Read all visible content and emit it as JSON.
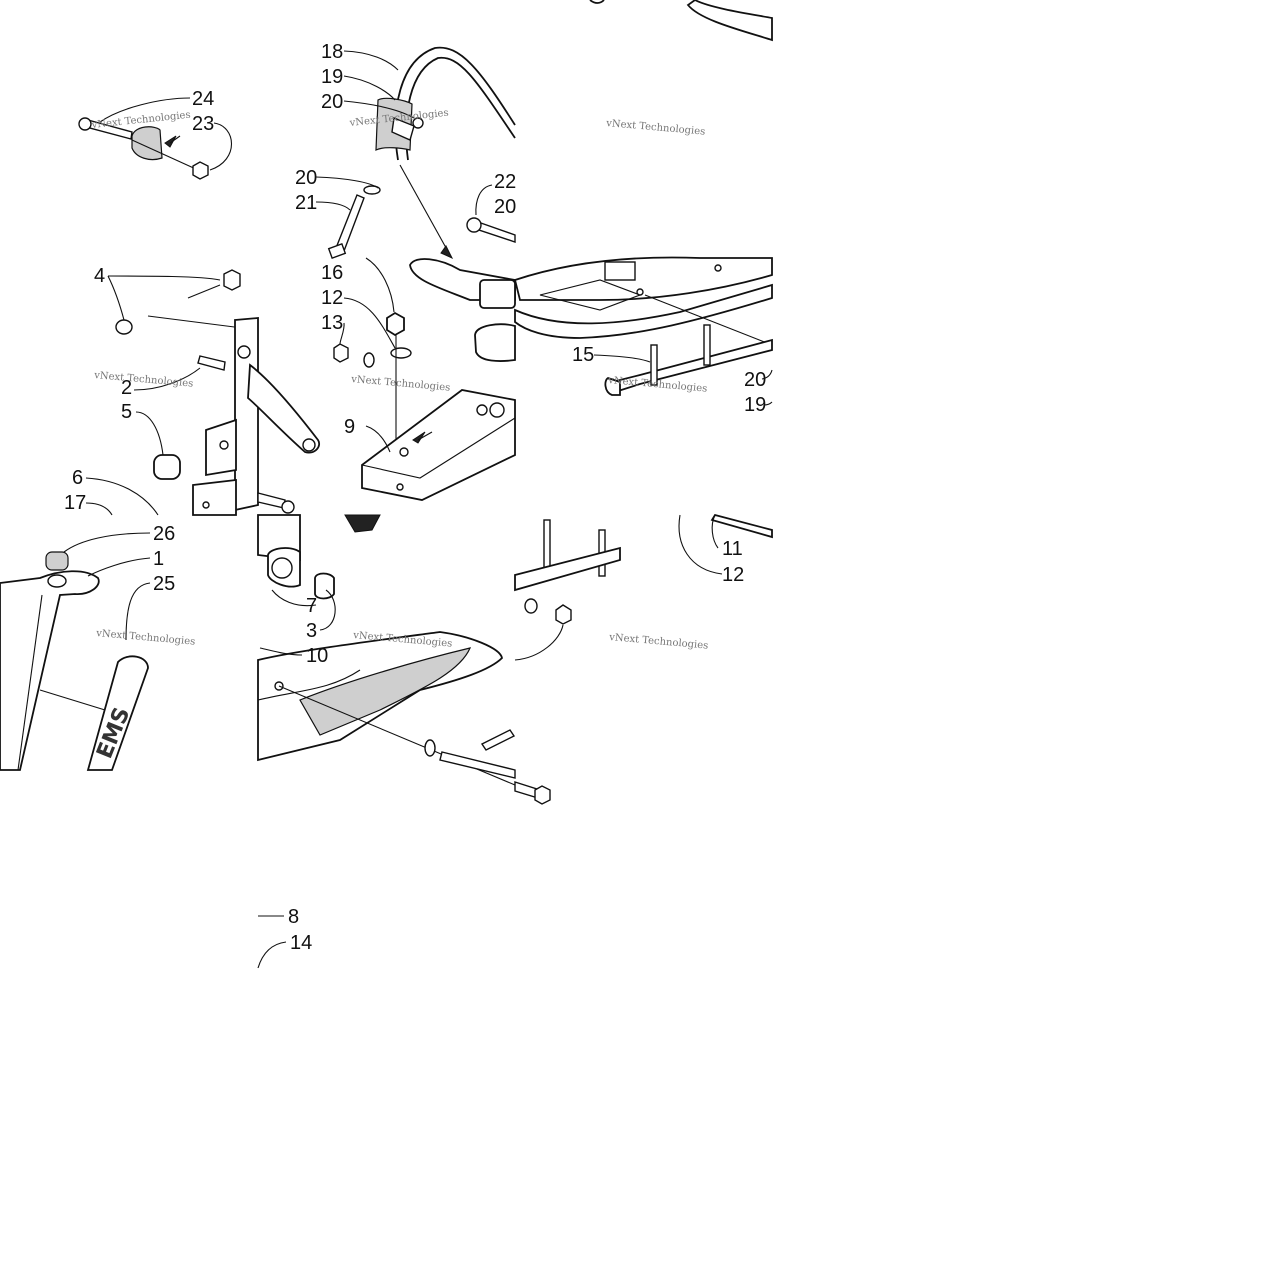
{
  "callouts": {
    "c18": "18",
    "c19a": "19",
    "c20a": "20",
    "c20b": "20",
    "c21": "21",
    "c22": "22",
    "c20c": "20",
    "c24": "24",
    "c23": "23",
    "c4": "4",
    "c2": "2",
    "c5": "5",
    "c16": "16",
    "c12a": "12",
    "c13": "13",
    "c9": "9",
    "c15": "15",
    "c20d": "20",
    "c19b": "19",
    "c6": "6",
    "c17": "17",
    "c26": "26",
    "c1": "1",
    "c25": "25",
    "c7": "7",
    "c3": "3",
    "c10": "10",
    "c11": "11",
    "c12b": "12",
    "c8": "8",
    "c14": "14"
  },
  "watermark": {
    "text": "vNext Technologies"
  },
  "decal_text": "EMS"
}
